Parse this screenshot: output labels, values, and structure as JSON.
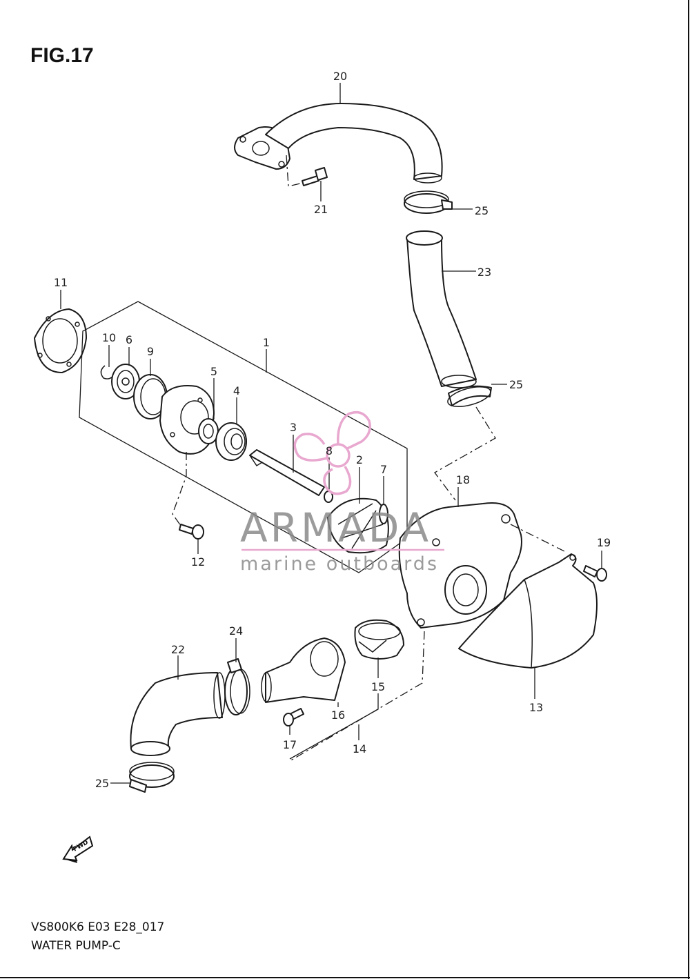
{
  "figure": {
    "title": "FIG.17"
  },
  "callouts": {
    "c1": "1",
    "c2": "2",
    "c3": "3",
    "c4": "4",
    "c5": "5",
    "c6": "6",
    "c7": "7",
    "c8": "8",
    "c9": "9",
    "c10": "10",
    "c11": "11",
    "c12": "12",
    "c13": "13",
    "c14": "14",
    "c15": "15",
    "c16": "16",
    "c17": "17",
    "c18": "18",
    "c19": "19",
    "c20": "20",
    "c21": "21",
    "c22": "22",
    "c23": "23",
    "c24": "24",
    "c25a": "25",
    "c25b": "25",
    "c25c": "25"
  },
  "watermark": {
    "brand": "ARMADA",
    "tagline": "marine outboards",
    "color": "#e8a8cf"
  },
  "fwd_arrow": {
    "label": "FWD"
  },
  "footer": {
    "code": "VS800K6 E03 E28_017",
    "name": "WATER PUMP-C"
  }
}
